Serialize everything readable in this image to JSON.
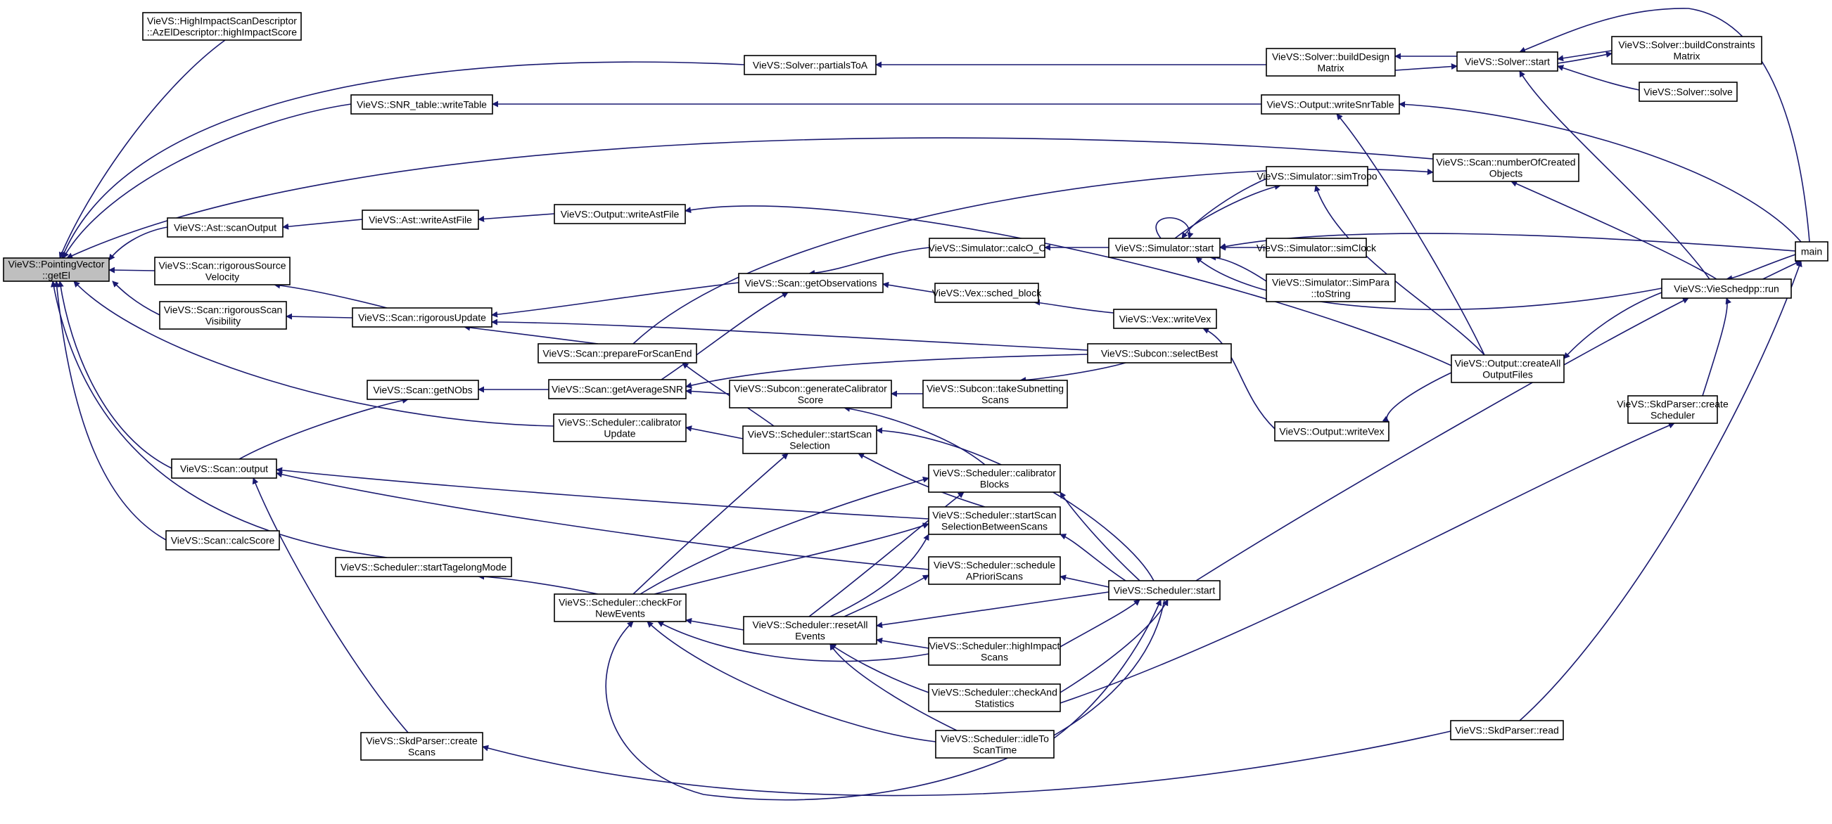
{
  "graph": {
    "title": "",
    "colors": {
      "edge": "#191970",
      "node_border": "#000000",
      "node_fill": "#ffffff",
      "focus_fill": "#bfbfbf"
    },
    "nodes": [
      {
        "id": "getEl",
        "lines": [
          "VieVS::PointingVector",
          "::getEl"
        ],
        "focus": true
      },
      {
        "id": "highImpactScore",
        "lines": [
          "VieVS::HighImpactScanDescriptor",
          "::AzElDescriptor::highImpactScore"
        ]
      },
      {
        "id": "partialsToA",
        "lines": [
          "VieVS::Solver::partialsToA"
        ]
      },
      {
        "id": "writeTable",
        "lines": [
          "VieVS::SNR_table::writeTable"
        ]
      },
      {
        "id": "buildDesignMatrix",
        "lines": [
          "VieVS::Solver::buildDesign",
          "Matrix"
        ]
      },
      {
        "id": "solverStart",
        "lines": [
          "VieVS::Solver::start"
        ]
      },
      {
        "id": "buildConstraintsMatrix",
        "lines": [
          "VieVS::Solver::buildConstraints",
          "Matrix"
        ]
      },
      {
        "id": "solverSolve",
        "lines": [
          "VieVS::Solver::solve"
        ]
      },
      {
        "id": "writeSnrTable",
        "lines": [
          "VieVS::Output::writeSnrTable"
        ]
      },
      {
        "id": "numberOfCreatedObjects",
        "lines": [
          "VieVS::Scan::numberOfCreated",
          "Objects"
        ]
      },
      {
        "id": "simTropo",
        "lines": [
          "VieVS::Simulator::simTropo"
        ]
      },
      {
        "id": "main",
        "lines": [
          "main"
        ]
      },
      {
        "id": "scanOutput",
        "lines": [
          "VieVS::Ast::scanOutput"
        ]
      },
      {
        "id": "writeAstFile",
        "lines": [
          "VieVS::Ast::writeAstFile"
        ]
      },
      {
        "id": "outputWriteAstFile",
        "lines": [
          "VieVS::Output::writeAstFile"
        ]
      },
      {
        "id": "simulatorStart",
        "lines": [
          "VieVS::Simulator::start"
        ]
      },
      {
        "id": "simClock",
        "lines": [
          "VieVS::Simulator::simClock"
        ]
      },
      {
        "id": "calcOC",
        "lines": [
          "VieVS::Simulator::calcO_C"
        ]
      },
      {
        "id": "simParaToString",
        "lines": [
          "VieVS::Simulator::SimPara",
          "::toString"
        ]
      },
      {
        "id": "rigorousSourceVelocity",
        "lines": [
          "VieVS::Scan::rigorousSource",
          "Velocity"
        ]
      },
      {
        "id": "getObservations",
        "lines": [
          "VieVS::Scan::getObservations"
        ]
      },
      {
        "id": "schedBlock",
        "lines": [
          "VieVS::Vex::sched_block"
        ]
      },
      {
        "id": "vieSchedppRun",
        "lines": [
          "VieVS::VieSchedpp::run"
        ]
      },
      {
        "id": "rigorousScanVisibility",
        "lines": [
          "VieVS::Scan::rigorousScan",
          "Visibility"
        ]
      },
      {
        "id": "rigorousUpdate",
        "lines": [
          "VieVS::Scan::rigorousUpdate"
        ]
      },
      {
        "id": "writeVex",
        "lines": [
          "VieVS::Vex::writeVex"
        ]
      },
      {
        "id": "prepareForScanEnd",
        "lines": [
          "VieVS::Scan::prepareForScanEnd"
        ]
      },
      {
        "id": "selectBest",
        "lines": [
          "VieVS::Subcon::selectBest"
        ]
      },
      {
        "id": "createAllOutputFiles",
        "lines": [
          "VieVS::Output::createAll",
          "OutputFiles"
        ]
      },
      {
        "id": "getNObs",
        "lines": [
          "VieVS::Scan::getNObs"
        ]
      },
      {
        "id": "getAverageSNR",
        "lines": [
          "VieVS::Scan::getAverageSNR"
        ]
      },
      {
        "id": "generateCalibratorScore",
        "lines": [
          "VieVS::Subcon::generateCalibrator",
          "Score"
        ]
      },
      {
        "id": "takeSubnettingScans",
        "lines": [
          "VieVS::Subcon::takeSubnetting",
          "Scans"
        ]
      },
      {
        "id": "outputWriteVex",
        "lines": [
          "VieVS::Output::writeVex"
        ]
      },
      {
        "id": "skdCreateScheduler",
        "lines": [
          "VieVS::SkdParser::create",
          "Scheduler"
        ]
      },
      {
        "id": "calibratorUpdate",
        "lines": [
          "VieVS::Scheduler::calibrator",
          "Update"
        ]
      },
      {
        "id": "startScanSelection",
        "lines": [
          "VieVS::Scheduler::startScan",
          "Selection"
        ]
      },
      {
        "id": "scanOutput2",
        "lines": [
          "VieVS::Scan::output"
        ]
      },
      {
        "id": "calibratorBlocks",
        "lines": [
          "VieVS::Scheduler::calibrator",
          "Blocks"
        ]
      },
      {
        "id": "selectionBetweenScans",
        "lines": [
          "VieVS::Scheduler::startScan",
          "SelectionBetweenScans"
        ]
      },
      {
        "id": "calcScore",
        "lines": [
          "VieVS::Scan::calcScore"
        ]
      },
      {
        "id": "startTagelongMode",
        "lines": [
          "VieVS::Scheduler::startTagelongMode"
        ]
      },
      {
        "id": "scheduleAPrioriScans",
        "lines": [
          "VieVS::Scheduler::schedule",
          "APrioriScans"
        ]
      },
      {
        "id": "schedulerStart",
        "lines": [
          "VieVS::Scheduler::start"
        ]
      },
      {
        "id": "checkForNewEvents",
        "lines": [
          "VieVS::Scheduler::checkFor",
          "NewEvents"
        ]
      },
      {
        "id": "resetAllEvents",
        "lines": [
          "VieVS::Scheduler::resetAll",
          "Events"
        ]
      },
      {
        "id": "highImpactScans",
        "lines": [
          "VieVS::Scheduler::highImpact",
          "Scans"
        ]
      },
      {
        "id": "checkAndStatistics",
        "lines": [
          "VieVS::Scheduler::checkAnd",
          "Statistics"
        ]
      },
      {
        "id": "skdRead",
        "lines": [
          "VieVS::SkdParser::read"
        ]
      },
      {
        "id": "skdCreateScans",
        "lines": [
          "VieVS::SkdParser::create",
          "Scans"
        ]
      },
      {
        "id": "idleToScanTime",
        "lines": [
          "VieVS::Scheduler::idleTo",
          "ScanTime"
        ]
      }
    ]
  }
}
